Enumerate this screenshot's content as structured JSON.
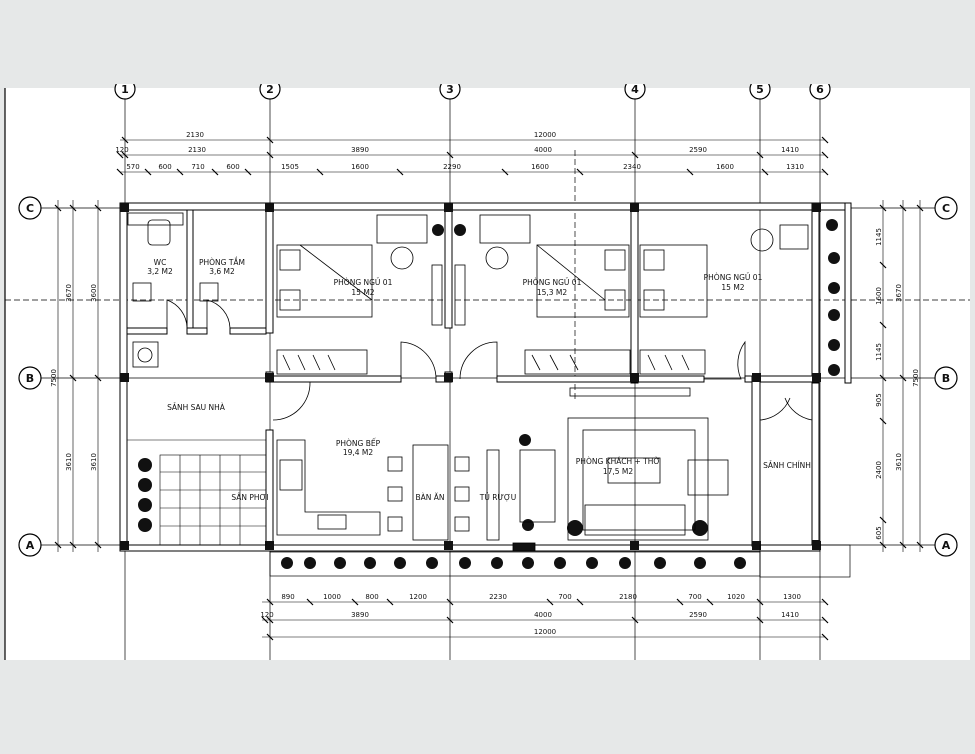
{
  "axes": {
    "letters": [
      "C",
      "B",
      "A"
    ],
    "numbers": [
      "1",
      "2",
      "3",
      "4",
      "5",
      "6"
    ]
  },
  "rooms": {
    "wc": [
      "WC",
      "3,2 M2"
    ],
    "bath": [
      "PHÒNG TẮM",
      "3,6 M2"
    ],
    "bed1": [
      "PHÒNG NGỦ 01",
      "15 M2"
    ],
    "bed2": [
      "PHÒNG NGỦ 01",
      "15,3 M2"
    ],
    "bed3": [
      "PHÒNG NGỦ 01",
      "15 M2"
    ],
    "back_hall": "SẢNH SAU NHÀ",
    "kitchen": [
      "PHÒNG BẾP",
      "19,4 M2"
    ],
    "dining": "BÀN ĂN",
    "cabinet": "TỦ RƯỢU",
    "living": [
      "PHÒNG KHÁCH + THỜ",
      "17,5 M2"
    ],
    "main_hall": "SẢNH CHÍNH",
    "yard": "SÂN PHƠI"
  },
  "dims": {
    "top_total": "12000",
    "top_r1": [
      "2130"
    ],
    "top_r2": [
      "120",
      "2130",
      "3890",
      "4000",
      "2590",
      "1410"
    ],
    "top_r3": [
      "570",
      "600",
      "710",
      "600",
      "1505",
      "1600",
      "2290",
      "1600",
      "2340",
      "1600",
      "1310"
    ],
    "bottom_r1": [
      "890",
      "1000",
      "800",
      "1200",
      "2230",
      "700",
      "2180",
      "700",
      "1020",
      "1300"
    ],
    "bottom_r2": [
      "120",
      "3890",
      "4000",
      "2590",
      "1410"
    ],
    "bottom_total": "12000",
    "left_outer": "7500",
    "left_mid": [
      "3670",
      "3610"
    ],
    "left_inner": [
      "3600",
      "3610"
    ],
    "right_inner": [
      "1145",
      "1600",
      "1145",
      "905",
      "2400",
      "605"
    ],
    "right_mid": [
      "3670",
      "3610"
    ],
    "right_outer": "7500"
  }
}
